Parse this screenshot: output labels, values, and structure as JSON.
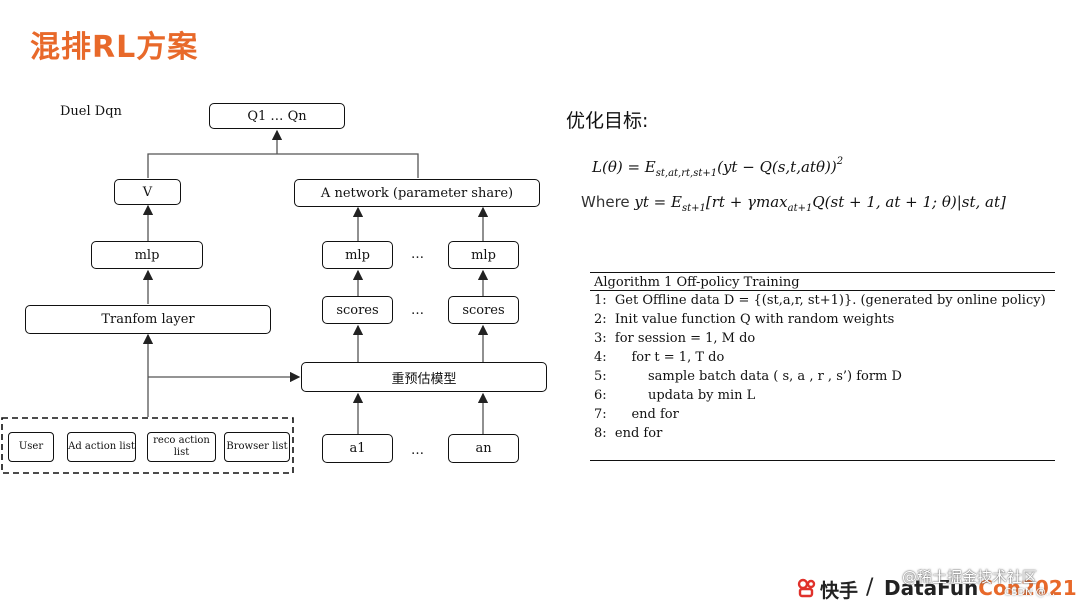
{
  "slide": {
    "title": "混排RL方案",
    "duel_label": "Duel Dqn"
  },
  "diagram": {
    "q_out": "Q1 … Qn",
    "v": "V",
    "a_network": "A network (parameter share)",
    "mlp": "mlp",
    "mlp_left": "mlp",
    "mlp_right": "mlp",
    "scores_left": "scores",
    "scores_right": "scores",
    "tranfom": "Tranfom layer",
    "reestimate": "重预估模型",
    "a1": "a1",
    "an": "an",
    "ellipsis": "…",
    "inputs": [
      {
        "label": "User"
      },
      {
        "label": "Ad action list"
      },
      {
        "label": "reco action list"
      },
      {
        "label": "Browser list"
      }
    ]
  },
  "objective": {
    "label": "优化目标:",
    "loss_lhs": "L(θ) = E",
    "loss_sub": "st,at,rt,st+1",
    "loss_body": "(yt − Q(s,t,atθ))",
    "loss_sup": "2",
    "where_word": "Where ",
    "where_lhs": "yt =  E",
    "where_sub1": "st+1",
    "where_mid": "[rt + γmax",
    "where_sub2": "at+1",
    "where_tail": "Q(st + 1, at + 1; θ)|st, at]"
  },
  "algorithm": {
    "title": "Algorithm 1 Off-policy Training",
    "lines": [
      "1:  Get Offline data D = {(st,a,r, st+1)}. (generated by online policy)",
      "2:  Init value function Q with random weights",
      "3:  for session = 1, M do",
      "4:      for t = 1, T do",
      "5:          sample batch data ( s, a , r , s’) form D",
      "6:          updata by min L",
      "7:      end for",
      "8:  end for"
    ]
  },
  "footer": {
    "brand_cn": "快手",
    "slash": "/",
    "brand_en_a": "DataFun",
    "brand_en_b": "Con",
    "brand_en_c": "2021",
    "watermark": "@稀土掘金技术社区",
    "csdn": "CSDN @..."
  },
  "colors": {
    "accent": "#e8692a",
    "brand_red": "#e0312b"
  }
}
